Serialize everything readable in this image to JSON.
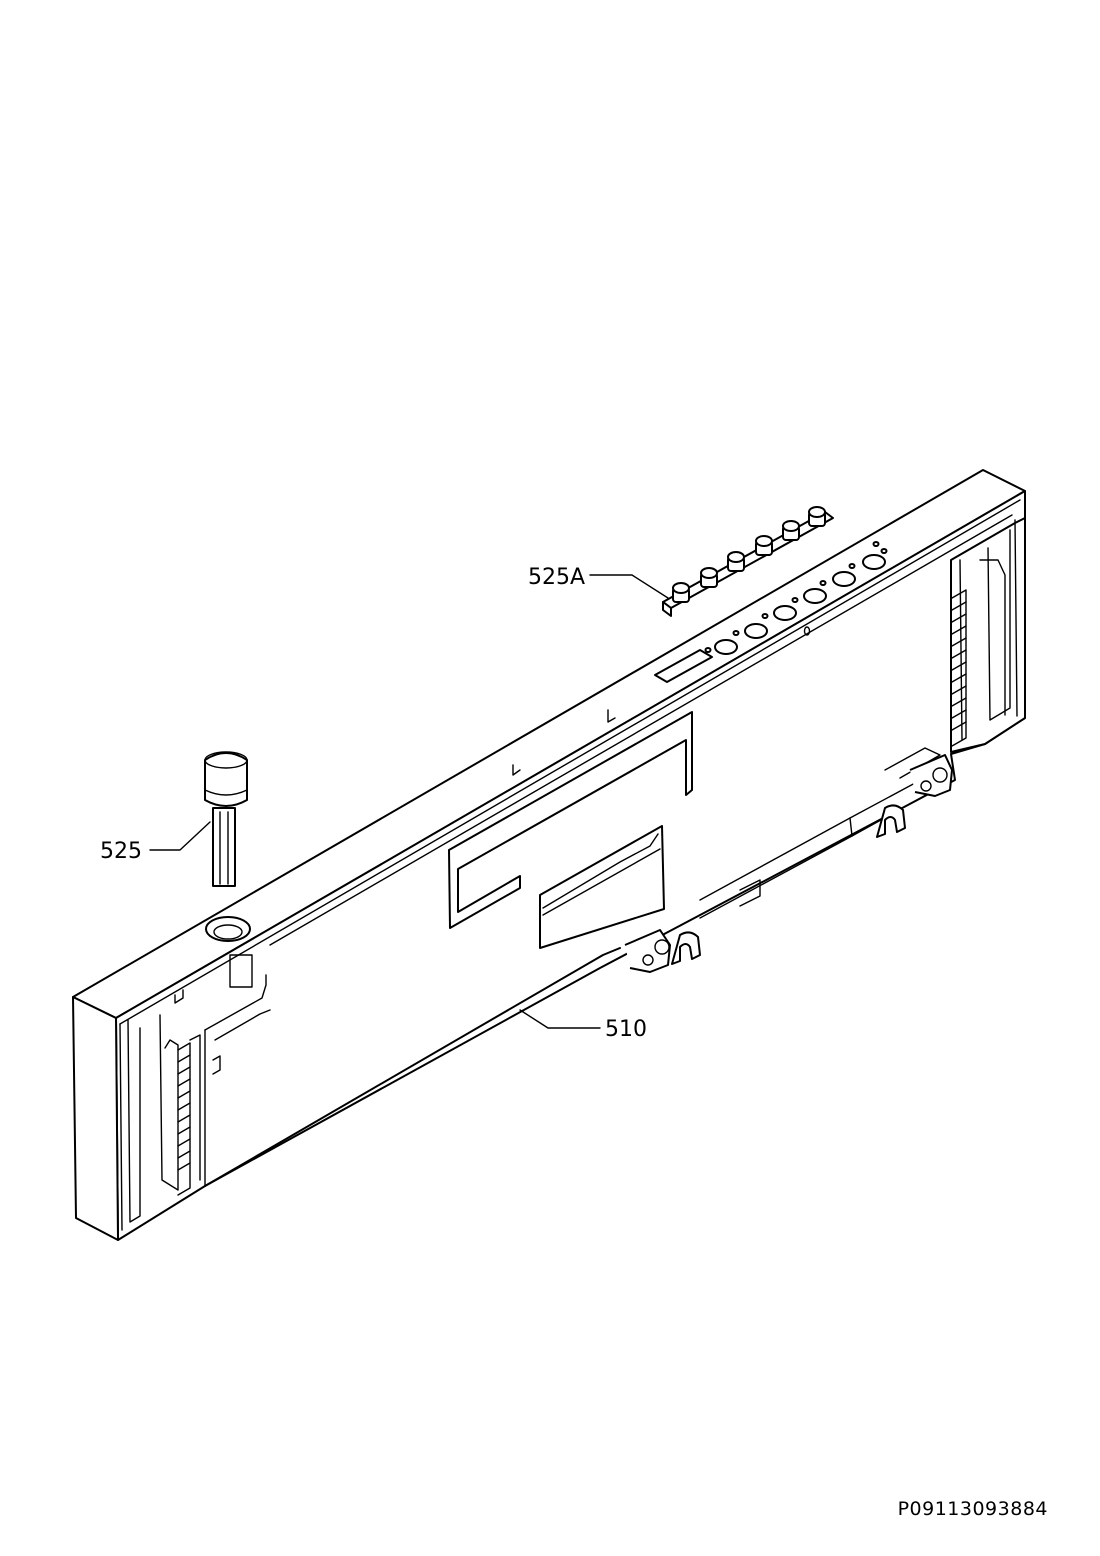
{
  "callouts": {
    "buttons": "525A",
    "knob": "525",
    "panel": "510"
  },
  "document_code": "P09113093884"
}
